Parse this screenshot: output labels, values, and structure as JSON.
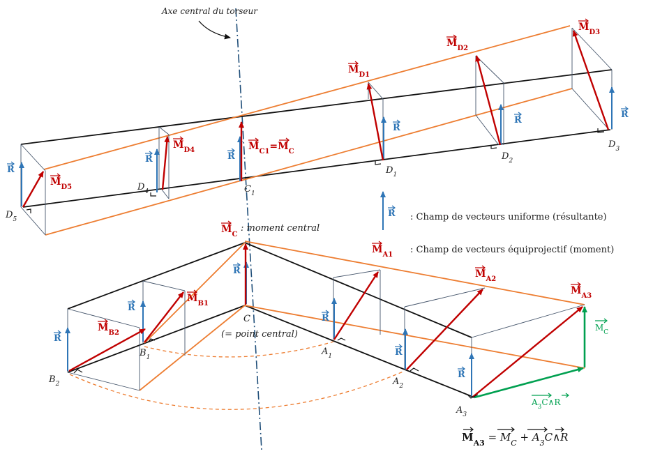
{
  "axis_caption": "Axe central du torseur",
  "points": {
    "D5": {
      "base": "D",
      "sub": "5"
    },
    "D4": {
      "base": "D",
      "sub": "4"
    },
    "C1": {
      "base": "C",
      "sub": "1"
    },
    "D1": {
      "base": "D",
      "sub": "1"
    },
    "D2": {
      "base": "D",
      "sub": "2"
    },
    "D3": {
      "base": "D",
      "sub": "3"
    },
    "B2": {
      "base": "B",
      "sub": "2"
    },
    "B1": {
      "base": "B",
      "sub": "1"
    },
    "C": "C",
    "C_note": "(= point central)",
    "A1": {
      "base": "A",
      "sub": "1"
    },
    "A2": {
      "base": "A",
      "sub": "2"
    },
    "A3": {
      "base": "A",
      "sub": "3"
    }
  },
  "vectors": {
    "R": "R",
    "MD1": {
      "base": "M",
      "sub": "D1"
    },
    "MD2": {
      "base": "M",
      "sub": "D2"
    },
    "MD3": {
      "base": "M",
      "sub": "D3"
    },
    "MD4": {
      "base": "M",
      "sub": "D4"
    },
    "MD5": {
      "base": "M",
      "sub": "D5"
    },
    "MC1_eq": {
      "base": "M",
      "sub": "C1",
      "eq": "=",
      "base2": "M",
      "sub2": "C"
    },
    "MC_top": {
      "base": "M",
      "sub": "C"
    },
    "MC_note": ": moment central",
    "MA1": {
      "base": "M",
      "sub": "A1"
    },
    "MA2": {
      "base": "M",
      "sub": "A2"
    },
    "MA3": {
      "base": "M",
      "sub": "A3"
    },
    "MB1": {
      "base": "M",
      "sub": "B1"
    },
    "MB2": {
      "base": "M",
      "sub": "B2"
    },
    "MC_green": {
      "base": "M",
      "sub": "C"
    },
    "A3C_R": {
      "a": "A",
      "sub": "3",
      "c": "C",
      "op": "∧",
      "r": "R"
    }
  },
  "legend": {
    "uniform": ": Champ de vecteurs uniforme (résultante)",
    "equiproj": ": Champ de vecteurs équiprojectif (moment)"
  },
  "formula": {
    "lhs_base": "M",
    "lhs_sub": "A3",
    "eq": "=",
    "mc_base": "M",
    "mc_sub": "C",
    "plus": "+",
    "a": "A",
    "a_sub": "3",
    "c": "C",
    "op": "∧",
    "r": "R"
  },
  "colors": {
    "red": "#c00000",
    "blue": "#2e75b6",
    "orange": "#ed7d31",
    "green": "#00a050",
    "black": "#111111",
    "thin": "#44546a"
  }
}
